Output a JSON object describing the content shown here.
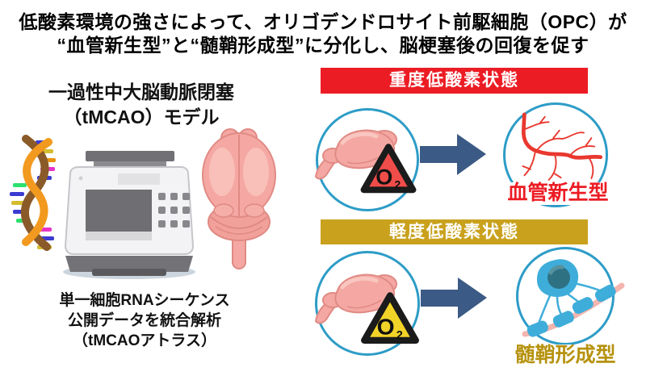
{
  "title": {
    "line1": "低酸素環境の強さによって、オリゴデンドロサイト前駆細胞（OPC）が",
    "line2": "“血管新生型”と“髄鞘形成型”に分化し、脳梗塞後の回復を促す"
  },
  "left_panel": {
    "heading_line1": "一過性中大脳動脈閉塞",
    "heading_line2": "（tMCAO）モデル",
    "caption_line1": "単一細胞RNAシーケンス",
    "caption_line2": "公開データを統合解析",
    "caption_line3": "（tMCAOアトラス）"
  },
  "severe_panel": {
    "banner": "重度低酸素状態",
    "o2_label": "O",
    "o2_sub": "2",
    "result_label": "血管新生型"
  },
  "mild_panel": {
    "banner": "軽度低酸素状態",
    "o2_label": "O",
    "o2_sub": "2",
    "result_label": "髄鞘形成型"
  },
  "icons": {
    "dna-icon": "double helix with colored base pairs",
    "sequencer-icon": "benchtop single-cell RNA sequencing machine",
    "brain-dorsal-icon": "mouse brain viewed from above",
    "brain-lateral-icon": "mouse brain side view",
    "o2-warning-triangle-icon": "warning triangle containing O2",
    "arrow-right-icon": "solid block arrow pointing right",
    "blood-vessels-icon": "branching red blood vessels",
    "oligodendrocyte-icon": "oligodendrocyte wrapping myelin around an axon"
  },
  "colors": {
    "title_text": "#000000",
    "severe_banner": "#ec1c24",
    "severe_label": "#ec1c24",
    "mild_banner": "#c9a11d",
    "mild_label": "#b6920e",
    "circle_outline": "#2d9cc7",
    "arrow": "#3b5a85",
    "o2_severe_fill": "#f04d4a",
    "o2_mild_fill": "#f2d428",
    "vessel": "#e8382f",
    "oligodendrocyte": "#3fadda",
    "brain_pink": "#f5a8a3"
  }
}
